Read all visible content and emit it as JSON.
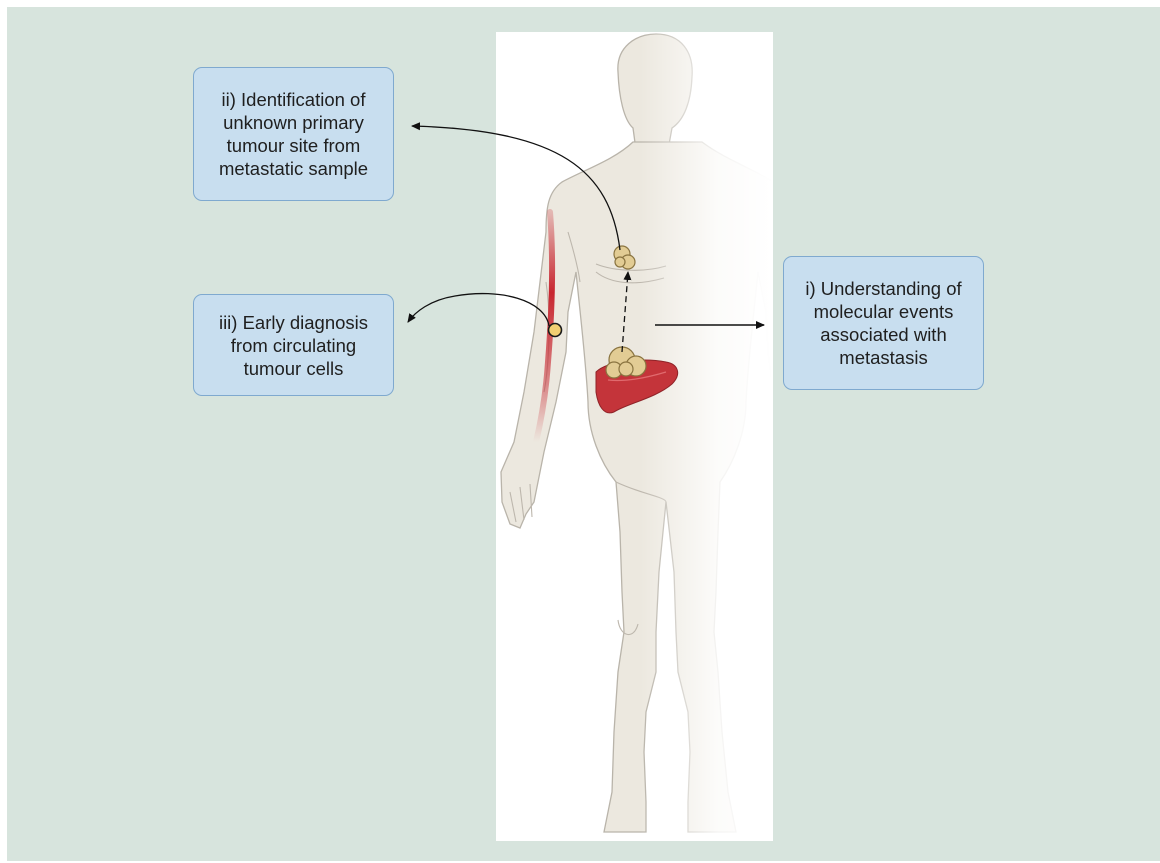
{
  "callouts": {
    "understanding": "i) Understanding of\nmolecular events\nassociated with\nmetastasis",
    "identification": "ii) Identification of\nunknown primary\ntumour site from\nmetastatic sample",
    "early_diagnosis": "iii) Early diagnosis\nfrom circulating\ntumour cells"
  },
  "colors": {
    "panel_background": "#d7e4dd",
    "callout_fill": "#c8deef",
    "callout_border": "#7fa9cf",
    "body_skin": "#ece8df",
    "liver": "#c4343a",
    "tumour": "#e2cc94",
    "blood_vessel": "#c82630"
  },
  "icons": {
    "figure": "human-body-illustration",
    "primary_organ": "liver-with-tumour",
    "metastasis": "tumour-nodule",
    "vessel": "blood-vessel",
    "ctc": "circulating-tumour-cell"
  }
}
